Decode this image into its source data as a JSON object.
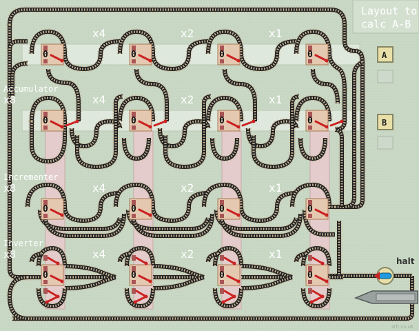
{
  "title": "Layout to\ncalc A-B",
  "title_lines": [
    "Layout to",
    "calc A-B"
  ],
  "credit": "zrlt.co.uk",
  "halt_label": "halt",
  "register_a": {
    "label": "A"
  },
  "register_b": {
    "label": "B"
  },
  "sections": [
    {
      "name": "Accumulator",
      "count": "x8"
    },
    {
      "name": "Incrementer",
      "count": "x8"
    },
    {
      "name": "Inverter",
      "count": "x8"
    }
  ],
  "multipliers": [
    "x4",
    "x2",
    "x1"
  ],
  "bit_value": "0",
  "colors": {
    "background": "#c8d8c4",
    "rail": "#222222",
    "sleeper": "#c9b79a",
    "register_band": "#dfe8dc",
    "column_band": "#e4cccc",
    "switch_red": "#cc2222",
    "halt_blue": "#2299dd",
    "title_box": "#d3e0d0"
  }
}
